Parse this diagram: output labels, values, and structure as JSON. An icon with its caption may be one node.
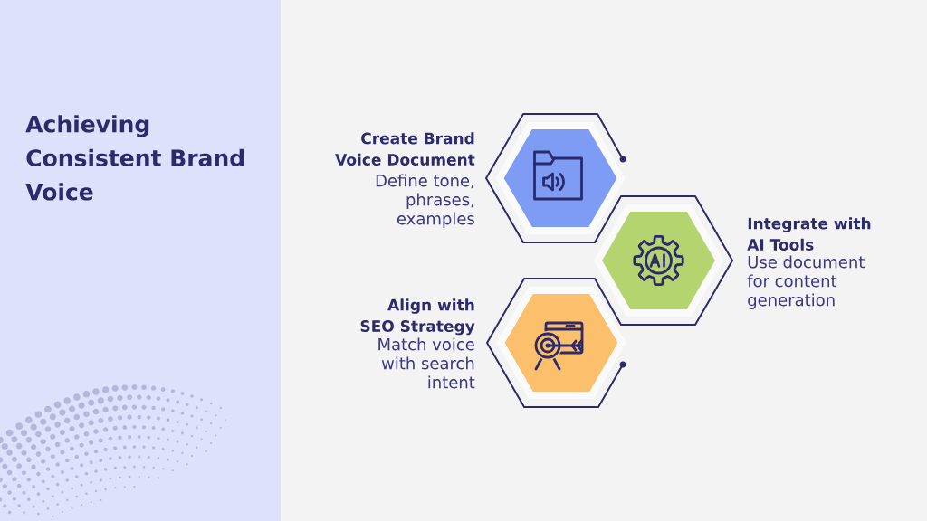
{
  "diagram": {
    "title": "Achieving Consistent Brand Voice",
    "nodes": [
      {
        "text": [
          "Create Brand Voice Document",
          "Define tone, phrases, examples"
        ]
      },
      {
        "text": [
          "Integrate with AI Tools",
          "Use document for content generation"
        ]
      },
      {
        "text": [
          "Align with SEO Strategy",
          "Match voice with search intent"
        ]
      }
    ]
  }
}
